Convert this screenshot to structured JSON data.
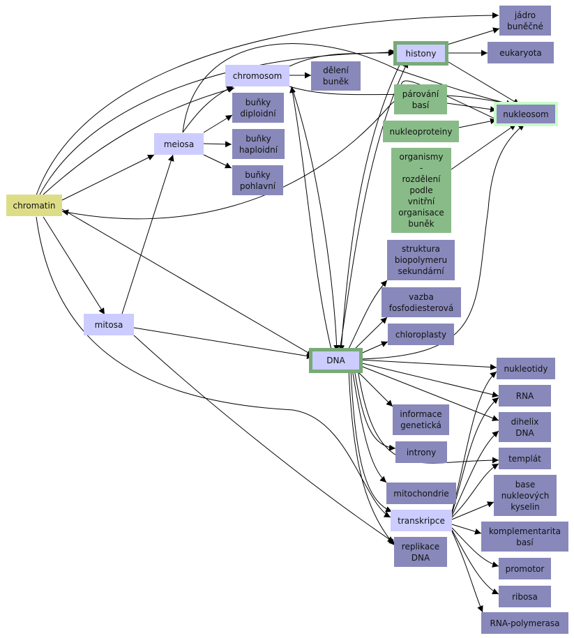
{
  "nodes": {
    "jadro_bunecne": "jádro\nbuněčné",
    "eukaryota": "eukaryota",
    "histony": "histony",
    "chromosom": "chromosom",
    "deleni_bunek": "dělení\nbuněk",
    "parovani_basi": "párování\nbasí",
    "nukleosom": "nukleosom",
    "bunky_diploidni": "buňky\ndiploidní",
    "meiosa": "meiosa",
    "nukleoproteiny": "nukleoproteiny",
    "bunky_haploidni": "buňky\nhaploidní",
    "organismy": "organismy\n-\nrozdělení\npodle\nvnitřní\norganisace\nbuněk",
    "bunky_pohlavni": "buňky\npohlavní",
    "chromatin": "chromatin",
    "struktura": "struktura\nbiopolymeru\nsekundární",
    "vazba": "vazba\nfosfodiesterová",
    "mitosa": "mitosa",
    "chloroplasty": "chloroplasty",
    "dna": "DNA",
    "nukleotidy": "nukleotidy",
    "rna": "RNA",
    "informace": "informace\ngenetická",
    "dihelix": "dihelix\nDNA",
    "introny": "introny",
    "templat": "templát",
    "mitochondrie": "mitochondrie",
    "base_nukleovych": "base\nnukleových\nkyselin",
    "transkripce": "transkripce",
    "komplementarita": "komplementarita\nbasí",
    "replikace": "replikace\nDNA",
    "promotor": "promotor",
    "ribosa": "ribosa",
    "rna_polymerasa": "RNA-polymerasa"
  }
}
